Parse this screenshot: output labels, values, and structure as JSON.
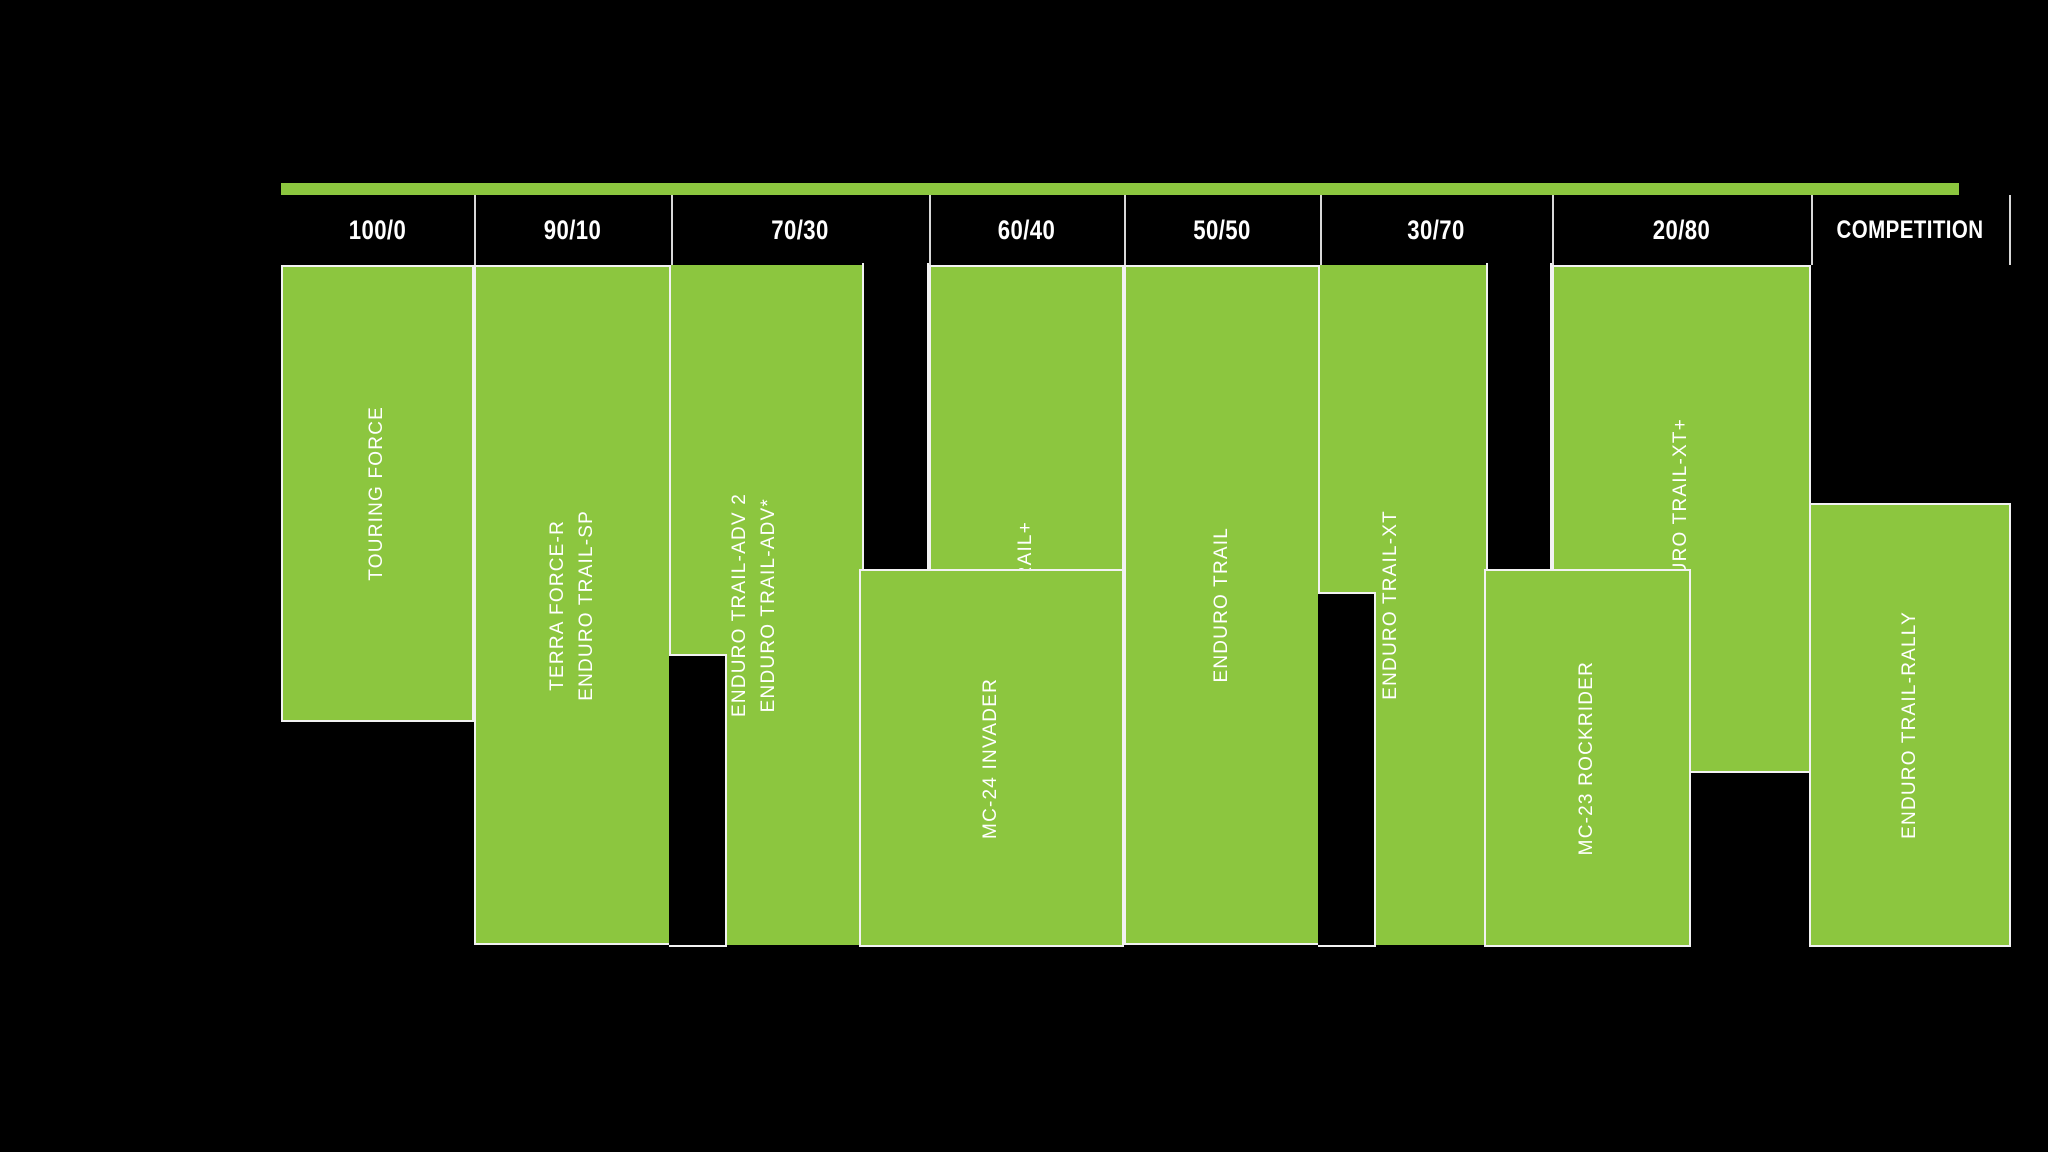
{
  "chart_data": {
    "type": "bar",
    "title": "",
    "xlabel": "",
    "ylabel": "",
    "categories": [
      "100/0",
      "90/10",
      "70/30",
      "60/40",
      "50/50",
      "30/70",
      "20/80",
      "COMPETITION"
    ],
    "legend": [],
    "grid": false,
    "accent_color": "#8CC63F",
    "background_color": "#000000",
    "border_color": "#F2F2F2",
    "text_color": "#FFFFFF",
    "series": [
      {
        "name": "TOURING FORCE",
        "labels": [
          "TOURING FORCE"
        ],
        "start_category": "100/0",
        "end_category": "100/0",
        "tier": "upper",
        "extends_below": false
      },
      {
        "name": "TERRA FORCE-R / ENDURO TRAIL-SP",
        "labels": [
          "TERRA FORCE-R",
          "ENDURO TRAIL-SP"
        ],
        "start_category": "90/10",
        "end_category": "90/10",
        "tier": "upper",
        "extends_below": true
      },
      {
        "name": "ENDURO TRAIL-ADV 2 / ENDURO TRAIL-ADV*",
        "labels": [
          "ENDURO TRAIL-ADV 2",
          "ENDURO TRAIL-ADV*"
        ],
        "start_category": "70/30",
        "end_category": "70/30",
        "tier": "upper",
        "extends_below": true
      },
      {
        "name": "ENDURO TRAIL+",
        "labels": [
          "ENDURO TRAIL+"
        ],
        "start_category": "60/40",
        "end_category": "60/40",
        "tier": "upper",
        "extends_below": true
      },
      {
        "name": "ENDURO TRAIL",
        "labels": [
          "ENDURO TRAIL"
        ],
        "start_category": "50/50",
        "end_category": "50/50",
        "tier": "upper",
        "extends_below": true
      },
      {
        "name": "ENDURO TRAIL-XT",
        "labels": [
          "ENDURO TRAIL-XT"
        ],
        "start_category": "30/70",
        "end_category": "30/70",
        "tier": "upper",
        "extends_below": true
      },
      {
        "name": "ENDURO TRAIL-XT+",
        "labels": [
          "ENDURO TRAIL-XT+"
        ],
        "start_category": "20/80",
        "end_category": "20/80",
        "tier": "upper",
        "extends_below": false
      },
      {
        "name": "MC-24 INVADER",
        "labels": [
          "MC-24 INVADER"
        ],
        "start_category": "70/30",
        "end_category": "60/40",
        "tier": "lower",
        "extends_below": false
      },
      {
        "name": "MC-23 ROCKRIDER",
        "labels": [
          "MC-23 ROCKRIDER"
        ],
        "start_category": "30/70",
        "end_category": "20/80",
        "tier": "lower",
        "extends_below": false
      },
      {
        "name": "ENDURO TRAIL-RALLY",
        "labels": [
          "ENDURO TRAIL-RALLY"
        ],
        "start_category": "COMPETITION",
        "end_category": "COMPETITION",
        "tier": "lower",
        "extends_below": false
      }
    ]
  },
  "header": {
    "cells": [
      {
        "label": "100/0"
      },
      {
        "label": "90/10"
      },
      {
        "label": "70/30"
      },
      {
        "label": "60/40"
      },
      {
        "label": "50/50"
      },
      {
        "label": "30/70"
      },
      {
        "label": "20/80"
      },
      {
        "label": "COMPETITION"
      }
    ]
  },
  "bars": {
    "touring_force": {
      "label": "TOURING FORCE"
    },
    "terra_force_r": {
      "line1": "TERRA FORCE-R",
      "line2": "ENDURO TRAIL-SP"
    },
    "enduro_trail_adv": {
      "line1": "ENDURO TRAIL-ADV 2",
      "line2": "ENDURO TRAIL-ADV*"
    },
    "enduro_trail_plus": {
      "label": "ENDURO TRAIL+"
    },
    "enduro_trail": {
      "label": "ENDURO TRAIL"
    },
    "enduro_trail_xt": {
      "label": "ENDURO TRAIL-XT"
    },
    "enduro_trail_xt_plus": {
      "label": "ENDURO TRAIL-XT+"
    },
    "mc24_invader": {
      "label": "MC-24 INVADER"
    },
    "mc23_rockrider": {
      "label": "MC-23 ROCKRIDER"
    },
    "enduro_trail_rally": {
      "label": "ENDURO TRAIL-RALLY"
    }
  }
}
